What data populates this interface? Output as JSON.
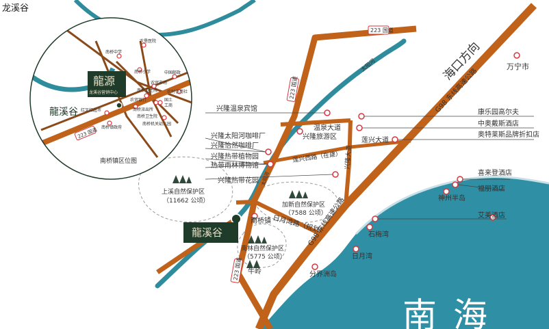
{
  "window_title": "龙溪谷",
  "inset": {
    "brand_large": "龍源",
    "brand_sub": "龙溪谷营销中心",
    "logo_text": "龍溪谷",
    "caption": "南桥镇区位图",
    "road": "223 国道",
    "places": [
      "农垦医院",
      "南桥中学",
      "南桥小学",
      "中国邮政",
      "农贸市场",
      "农贸银行",
      "南桥卫生院",
      "农村信用社",
      "南桥派出所",
      "国土",
      "工商",
      "红叉红超市",
      "南桥镇政府",
      "南桥卫生院",
      "南桥机关幼儿园"
    ]
  },
  "roads": {
    "g98": "G98 东线高速公路",
    "g98_b": "G98 东线高速公路",
    "g223_top": "223 国道",
    "g223_mid": "223 国道",
    "g223_bot": "223 国道",
    "haikou": "海口方向",
    "taiyang": "太阳河",
    "xinglong_road": "兴隆大道",
    "wenquan": "温泉大道",
    "lianxing": "莲兴大道",
    "lianxing_west": "莲兴西路（在建）",
    "riyuewan_road": "日月湾路（规划）",
    "taiyang2": "太阳河"
  },
  "left_pois": [
    "兴隆温泉宾馆",
    "兴隆太阳河咖啡厂",
    "兴隆怡然咖啡厂",
    "兴隆热带植物园",
    "热带雨林博物馆",
    "兴隆热带花园"
  ],
  "right_pois": [
    "康乐园高尔夫",
    "中奥戴斯酒店",
    "奥特莱斯品牌折扣店",
    "喜来登酒店",
    "福朋酒店",
    "艾美酒店"
  ],
  "places": {
    "wanning": "万宁市",
    "xinglong_travel": "兴隆旅游区",
    "nanqiao": "南桥镇",
    "shenzhou": "神州半岛",
    "shimeiwan": "石梅湾",
    "riyuewan": "日月湾",
    "niuling": "牛岭",
    "fenjiezhou": "分界洲岛",
    "south_sea": "南海"
  },
  "reserves": [
    {
      "name": "上溪自然保护区",
      "area": "（11662 公顷）"
    },
    {
      "name": "加新自然保护区",
      "area": "（7588 公顷）"
    },
    {
      "name": "南林自然保护区",
      "area": "（5775 公顷）"
    }
  ],
  "colors": {
    "road": "#c0621a",
    "river": "#2e8c9c",
    "sea": "#2e8fa5",
    "brand": "#1f3b2a",
    "poi": "#d9363e"
  }
}
